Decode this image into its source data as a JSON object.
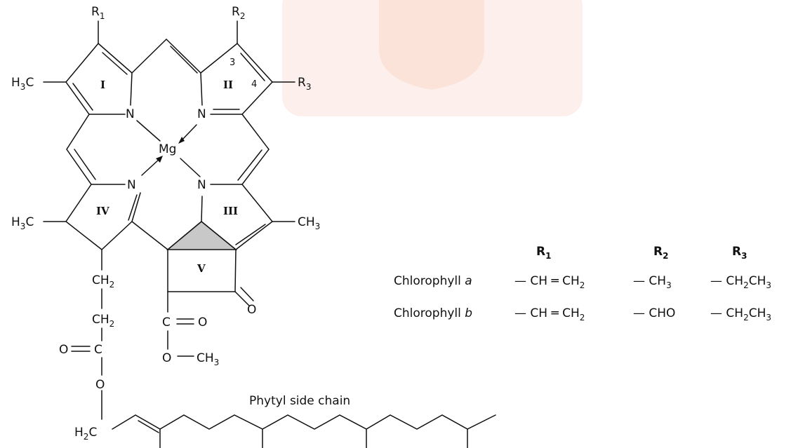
{
  "watermark": {
    "color": "#fbe8e2",
    "emblem_color": "#f7d9cf"
  },
  "structure": {
    "substituents": {
      "r1": "R",
      "r1_sub": "1",
      "r2": "R",
      "r2_sub": "2",
      "r3": "R",
      "r3_sub": "3",
      "methyl_top": "H",
      "methyl_top_sub": "3",
      "methyl_top_tail": "C",
      "methyl_mid": "H",
      "methyl_mid_sub": "3",
      "methyl_mid_tail": "C",
      "methyl_right": "CH",
      "methyl_right_sub": "3"
    },
    "rings": {
      "I": "I",
      "II": "II",
      "III": "III",
      "IV": "IV",
      "V": "V"
    },
    "positions": {
      "p3": "3",
      "p4": "4"
    },
    "atoms": {
      "n": "N",
      "mg": "Mg",
      "o": "O",
      "c": "C"
    },
    "chain": {
      "ch2": "CH",
      "ch2_sub": "2",
      "carbonyl_left": "O",
      "carbonyl_c": "C",
      "ester_o": "O",
      "h2c": "H",
      "h2c_sub": "2",
      "h2c_tail": "C",
      "cooc": "C",
      "cooc_o": "O",
      "methoxy_o": "O",
      "methoxy_ch": "CH",
      "methoxy_sub": "3",
      "ketone_o": "O"
    },
    "phytyl_label": "Phytyl side chain",
    "highlight_color": "#c8c8c8"
  },
  "table": {
    "headers": [
      {
        "text": "R",
        "sub": "1"
      },
      {
        "text": "R",
        "sub": "2"
      },
      {
        "text": "R",
        "sub": "3"
      }
    ],
    "rows": [
      {
        "name": "Chlorophyll",
        "variant": "a",
        "r1": "— CH ═ CH",
        "r1_sub": "2",
        "r2": "— CH",
        "r2_sub": "3",
        "r3": "— CH",
        "r3_sub": "2",
        "r3_tail": "CH",
        "r3_sub2": "3"
      },
      {
        "name": "Chlorophyll",
        "variant": "b",
        "r1": "— CH ═ CH",
        "r1_sub": "2",
        "r2": "— CHO",
        "r2_sub": "",
        "r3": "— CH",
        "r3_sub": "2",
        "r3_tail": "CH",
        "r3_sub2": "3"
      }
    ]
  }
}
